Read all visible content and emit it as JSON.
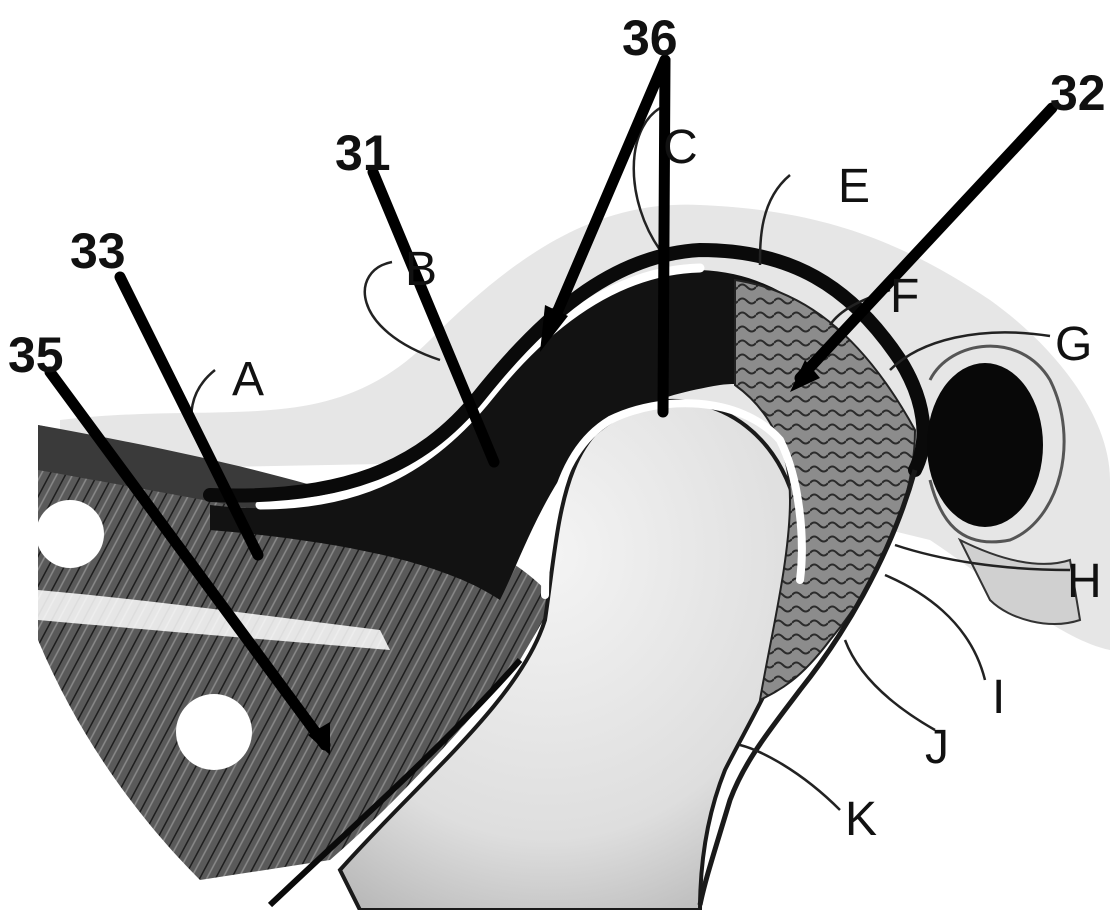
{
  "figure": {
    "reference_numerals": [
      "31",
      "32",
      "33",
      "35",
      "36"
    ],
    "letter_labels": [
      "A",
      "B",
      "C",
      "E",
      "F",
      "G",
      "H",
      "I",
      "J",
      "K"
    ]
  },
  "colors": {
    "ink": "#111111",
    "paper": "#ffffff",
    "tissue_light": "#e6e6e6",
    "tissue_mid": "#b5b5b5",
    "tissue_dark": "#4a4a4a",
    "bone": "#ededed"
  }
}
